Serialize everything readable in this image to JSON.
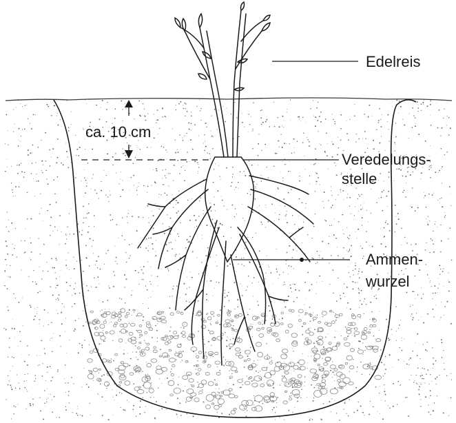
{
  "labels": {
    "scion": "Edelreis",
    "graft_union_line1": "Veredelungs-",
    "graft_union_line2": "stelle",
    "rootstock_line1": "Ammen-",
    "rootstock_line2": "wurzel",
    "depth": "ca. 10 cm"
  },
  "colors": {
    "ink": "#1a1a1a",
    "soil": "#6a6a6a",
    "gravel": "#8a8a8a",
    "background": "#ffffff"
  }
}
